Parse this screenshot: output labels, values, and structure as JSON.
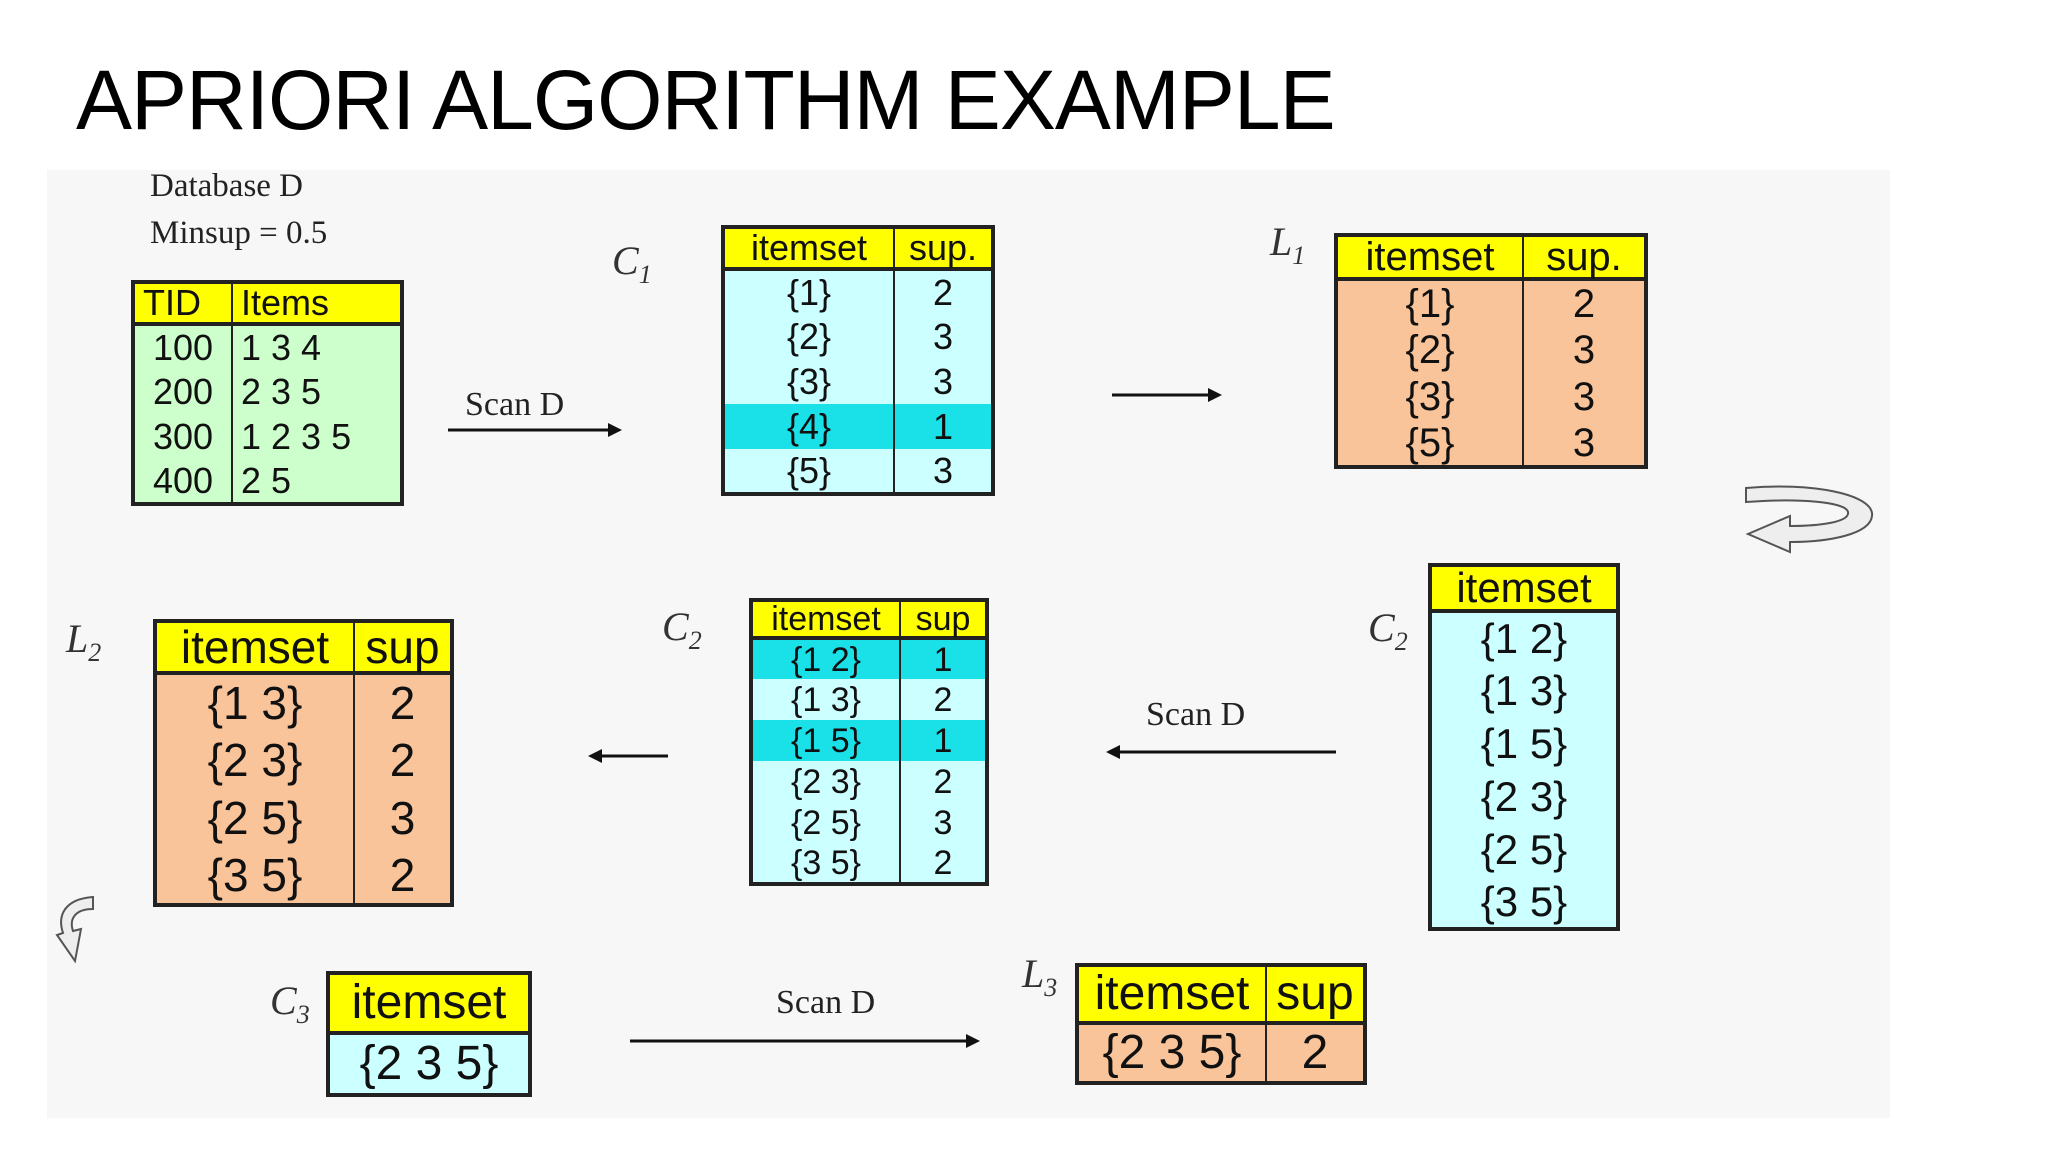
{
  "title": "APRIORI ALGORITHM EXAMPLE",
  "database": {
    "name": "Database D",
    "minsup": "Minsup = 0.5",
    "headers": [
      "TID",
      "Items"
    ],
    "rows": [
      [
        "100",
        "1 3 4"
      ],
      [
        "200",
        "2 3 5"
      ],
      [
        "300",
        "1 2 3 5"
      ],
      [
        "400",
        "2 5"
      ]
    ]
  },
  "scan_label": "Scan D",
  "c1": {
    "label": "C",
    "sub": "1",
    "headers": [
      "itemset",
      "sup."
    ],
    "rows": [
      [
        "{1}",
        "2"
      ],
      [
        "{2}",
        "3"
      ],
      [
        "{3}",
        "3"
      ],
      [
        "{4}",
        "1"
      ],
      [
        "{5}",
        "3"
      ]
    ]
  },
  "l1": {
    "label": "L",
    "sub": "1",
    "headers": [
      "itemset",
      "sup."
    ],
    "rows": [
      [
        "{1}",
        "2"
      ],
      [
        "{2}",
        "3"
      ],
      [
        "{3}",
        "3"
      ],
      [
        "{5}",
        "3"
      ]
    ]
  },
  "c2_candidates": {
    "label": "C",
    "sub": "2",
    "headers": [
      "itemset"
    ],
    "rows": [
      "{1 2}",
      "{1 3}",
      "{1 5}",
      "{2 3}",
      "{2 5}",
      "{3 5}"
    ]
  },
  "c2_counts": {
    "label": "C",
    "sub": "2",
    "headers": [
      "itemset",
      "sup"
    ],
    "rows": [
      [
        "{1 2}",
        "1"
      ],
      [
        "{1 3}",
        "2"
      ],
      [
        "{1 5}",
        "1"
      ],
      [
        "{2 3}",
        "2"
      ],
      [
        "{2 5}",
        "3"
      ],
      [
        "{3 5}",
        "2"
      ]
    ]
  },
  "l2": {
    "label": "L",
    "sub": "2",
    "headers": [
      "itemset",
      "sup"
    ],
    "rows": [
      [
        "{1 3}",
        "2"
      ],
      [
        "{2 3}",
        "2"
      ],
      [
        "{2 5}",
        "3"
      ],
      [
        "{3 5}",
        "2"
      ]
    ]
  },
  "c3": {
    "label": "C",
    "sub": "3",
    "headers": [
      "itemset"
    ],
    "rows": [
      "{2 3 5}"
    ]
  },
  "l3": {
    "label": "L",
    "sub": "3",
    "headers": [
      "itemset",
      "sup"
    ],
    "rows": [
      [
        "{2 3 5}",
        "2"
      ]
    ]
  },
  "colors": {
    "header": "#ffff00",
    "database": "#ccffcc",
    "candidate": "#ccffff",
    "infrequent_highlight": "#1ae0e8",
    "frequent": "#f9c49a"
  }
}
